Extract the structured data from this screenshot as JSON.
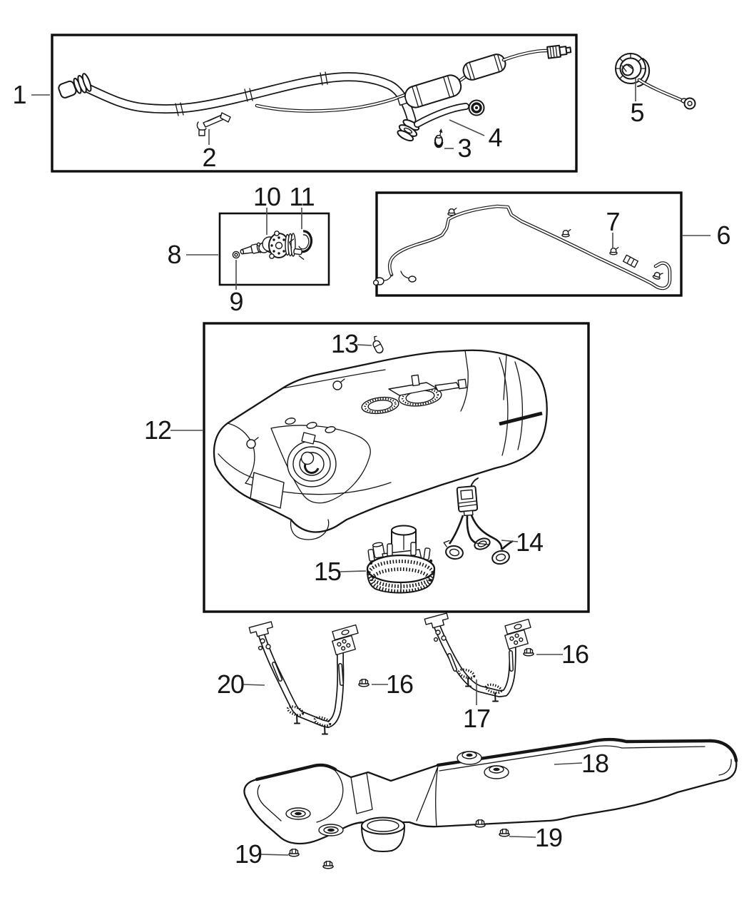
{
  "diagram": {
    "background_color": "#ffffff",
    "line_color": "#161616",
    "leader_color": "#4a4a4a",
    "callouts": {
      "n1": "1",
      "n2": "2",
      "n3": "3",
      "n4": "4",
      "n5": "5",
      "n6": "6",
      "n7": "7",
      "n8": "8",
      "n9": "9",
      "n10": "10",
      "n11": "11",
      "n12": "12",
      "n13": "13",
      "n14": "14",
      "n15": "15",
      "n16a": "16",
      "n16b": "16",
      "n17": "17",
      "n18": "18",
      "n19a": "19",
      "n19b": "19",
      "n20": "20"
    }
  }
}
